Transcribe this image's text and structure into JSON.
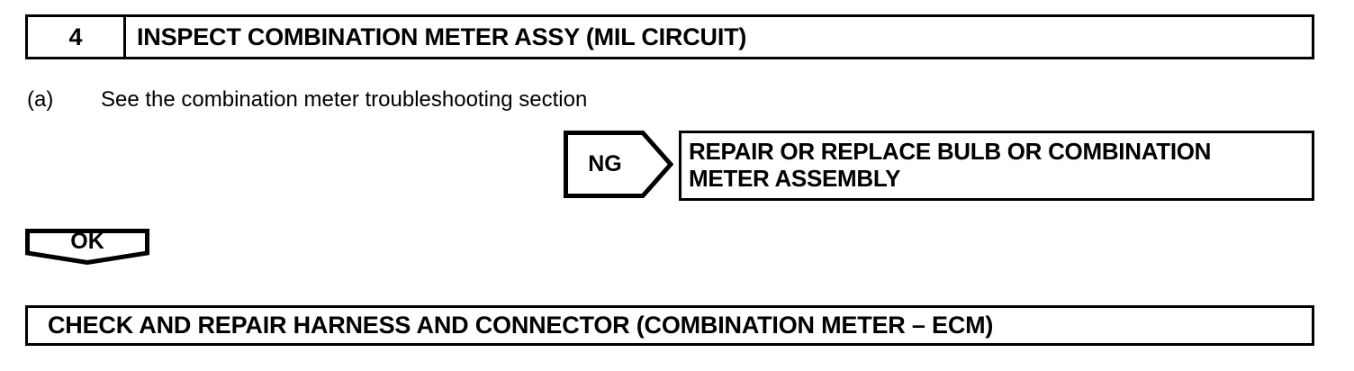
{
  "page": {
    "background_color": "#ffffff",
    "line_color": "#000000"
  },
  "step_header": {
    "number": "4",
    "title": "INSPECT COMBINATION METER ASSY (MIL CIRCUIT)"
  },
  "procedure": {
    "label": "(a)",
    "text": "See the combination meter troubleshooting section"
  },
  "ng_branch": {
    "tag": "NG",
    "result_line_1": "REPAIR OR REPLACE BULB OR COMBINATION",
    "result_line_2": "METER ASSEMBLY"
  },
  "ok_branch": {
    "tag": "OK"
  },
  "final_action": {
    "text": "CHECK AND REPAIR HARNESS AND CONNECTOR (COMBINATION METER – ECM)"
  }
}
